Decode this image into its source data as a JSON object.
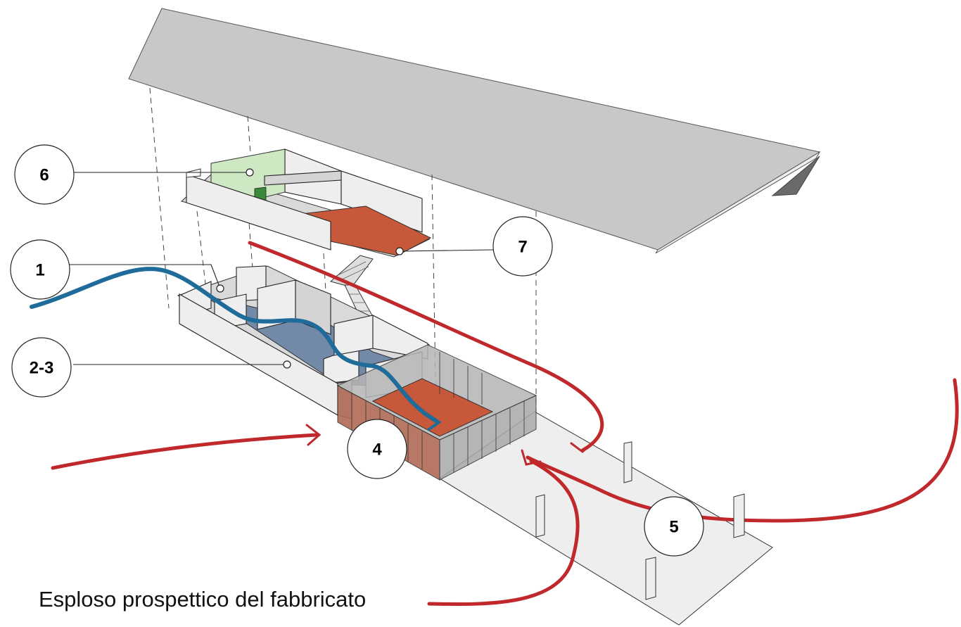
{
  "caption": "Esploso prospettico del fabbricato",
  "callouts": [
    {
      "id": "6",
      "label": "6"
    },
    {
      "id": "1",
      "label": "1"
    },
    {
      "id": "2-3",
      "label": "2-3"
    },
    {
      "id": "4",
      "label": "4"
    },
    {
      "id": "7",
      "label": "7"
    },
    {
      "id": "5",
      "label": "5"
    }
  ],
  "colors": {
    "roof": "#c8c8c8",
    "orange_floor": "#c8583a",
    "blue_floor": "#7389a8",
    "blue_path": "#1f6b99",
    "red_arrow": "#c0282c",
    "green_box": "#cfe8c4",
    "green_post": "#3a8a3a",
    "glass": "#9a9a9a",
    "ground": "#eeeeee"
  }
}
